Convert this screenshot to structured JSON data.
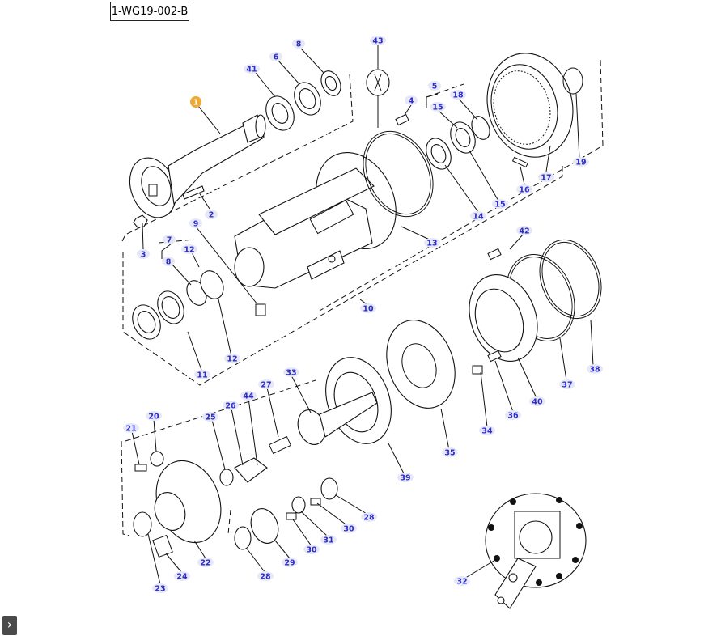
{
  "diagram": {
    "reference": "1-WG19-002-B",
    "selected_callout": "1",
    "callouts": [
      "1",
      "2",
      "3",
      "4",
      "5",
      "6",
      "7",
      "8",
      "8",
      "9",
      "10",
      "11",
      "12",
      "12",
      "13",
      "14",
      "15",
      "15",
      "16",
      "17",
      "18",
      "19",
      "20",
      "21",
      "22",
      "23",
      "24",
      "25",
      "26",
      "27",
      "28",
      "28",
      "29",
      "30",
      "30",
      "31",
      "32",
      "33",
      "34",
      "35",
      "36",
      "37",
      "38",
      "39",
      "40",
      "41",
      "42",
      "43",
      "44"
    ]
  },
  "controls": {
    "expand_icon": "chevron-right-icon",
    "expand_glyph": "›"
  }
}
